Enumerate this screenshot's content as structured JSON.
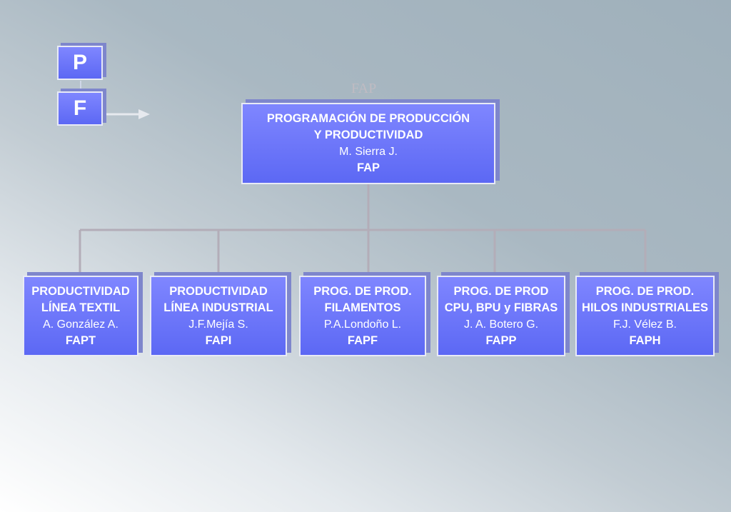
{
  "logo": {
    "top_letter": "P",
    "bottom_letter": "F"
  },
  "ghost_label": "FAP",
  "root": {
    "line1": "PROGRAMACIÓN DE PRODUCCIÓN",
    "line2": "Y PRODUCTIVIDAD",
    "person": "M. Sierra J.",
    "code": "FAP"
  },
  "children": [
    {
      "line1": "PRODUCTIVIDAD",
      "line2": "LÍNEA TEXTIL",
      "person": "A. González A.",
      "code": "FAPT"
    },
    {
      "line1": "PRODUCTIVIDAD",
      "line2": "LÍNEA INDUSTRIAL",
      "person": "J.F.Mejía S.",
      "code": "FAPI"
    },
    {
      "line1": "PROG. DE PROD.",
      "line2": "FILAMENTOS",
      "person": "P.A.Londoño L.",
      "code": "FAPF"
    },
    {
      "line1": "PROG. DE PROD",
      "line2": "CPU, BPU y FIBRAS",
      "person": "J. A. Botero G.",
      "code": "FAPP"
    },
    {
      "line1": "PROG. DE PROD.",
      "line2": "HILOS INDUSTRIALES",
      "person": "F.J. Vélez B.",
      "code": "FAPH"
    }
  ]
}
